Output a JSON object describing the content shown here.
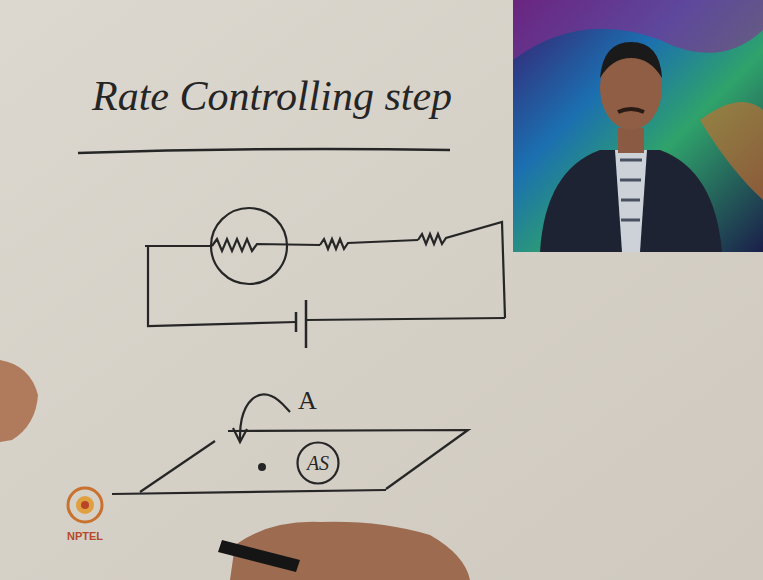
{
  "diagram": {
    "title": "Rate Controlling step",
    "nodes": [
      {
        "text": [
          "AS"
        ]
      }
    ],
    "labels": [
      "A",
      "NPTEL"
    ]
  }
}
